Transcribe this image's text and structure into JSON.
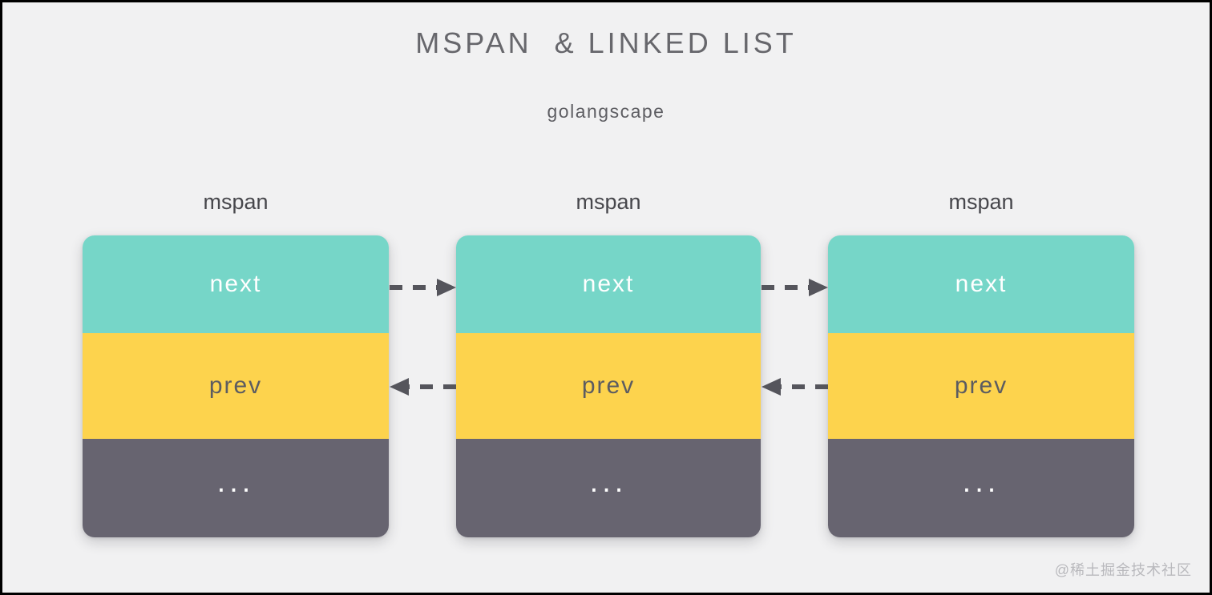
{
  "title": "MSPAN  & LINKED LIST",
  "subtitle": "golangscape",
  "watermark": "@稀土掘金技术社区",
  "nodes": [
    {
      "label": "mspan",
      "fields": {
        "next": "next",
        "prev": "prev",
        "rest": "..."
      }
    },
    {
      "label": "mspan",
      "fields": {
        "next": "next",
        "prev": "prev",
        "rest": "..."
      }
    },
    {
      "label": "mspan",
      "fields": {
        "next": "next",
        "prev": "prev",
        "rest": "..."
      }
    }
  ],
  "links": [
    {
      "field": "next",
      "from": "mspan-1",
      "to": "mspan-2",
      "direction": "right",
      "style": "dashed"
    },
    {
      "field": "prev",
      "from": "mspan-2",
      "to": "mspan-1",
      "direction": "left",
      "style": "dashed"
    },
    {
      "field": "next",
      "from": "mspan-2",
      "to": "mspan-3",
      "direction": "right",
      "style": "dashed"
    },
    {
      "field": "prev",
      "from": "mspan-3",
      "to": "mspan-2",
      "direction": "left",
      "style": "dashed"
    }
  ],
  "colors": {
    "background": "#f1f1f2",
    "frame_border": "#000000",
    "next_section": "#76d6c8",
    "prev_section": "#fdd34d",
    "rest_section": "#676470",
    "arrow": "#55555c",
    "title_text": "#67676c",
    "subtitle_text": "#5e5e63",
    "node_label_text": "#47474c",
    "next_text": "#ffffff",
    "prev_text": "#5c5c61",
    "watermark_text": "#b9b9bd"
  }
}
